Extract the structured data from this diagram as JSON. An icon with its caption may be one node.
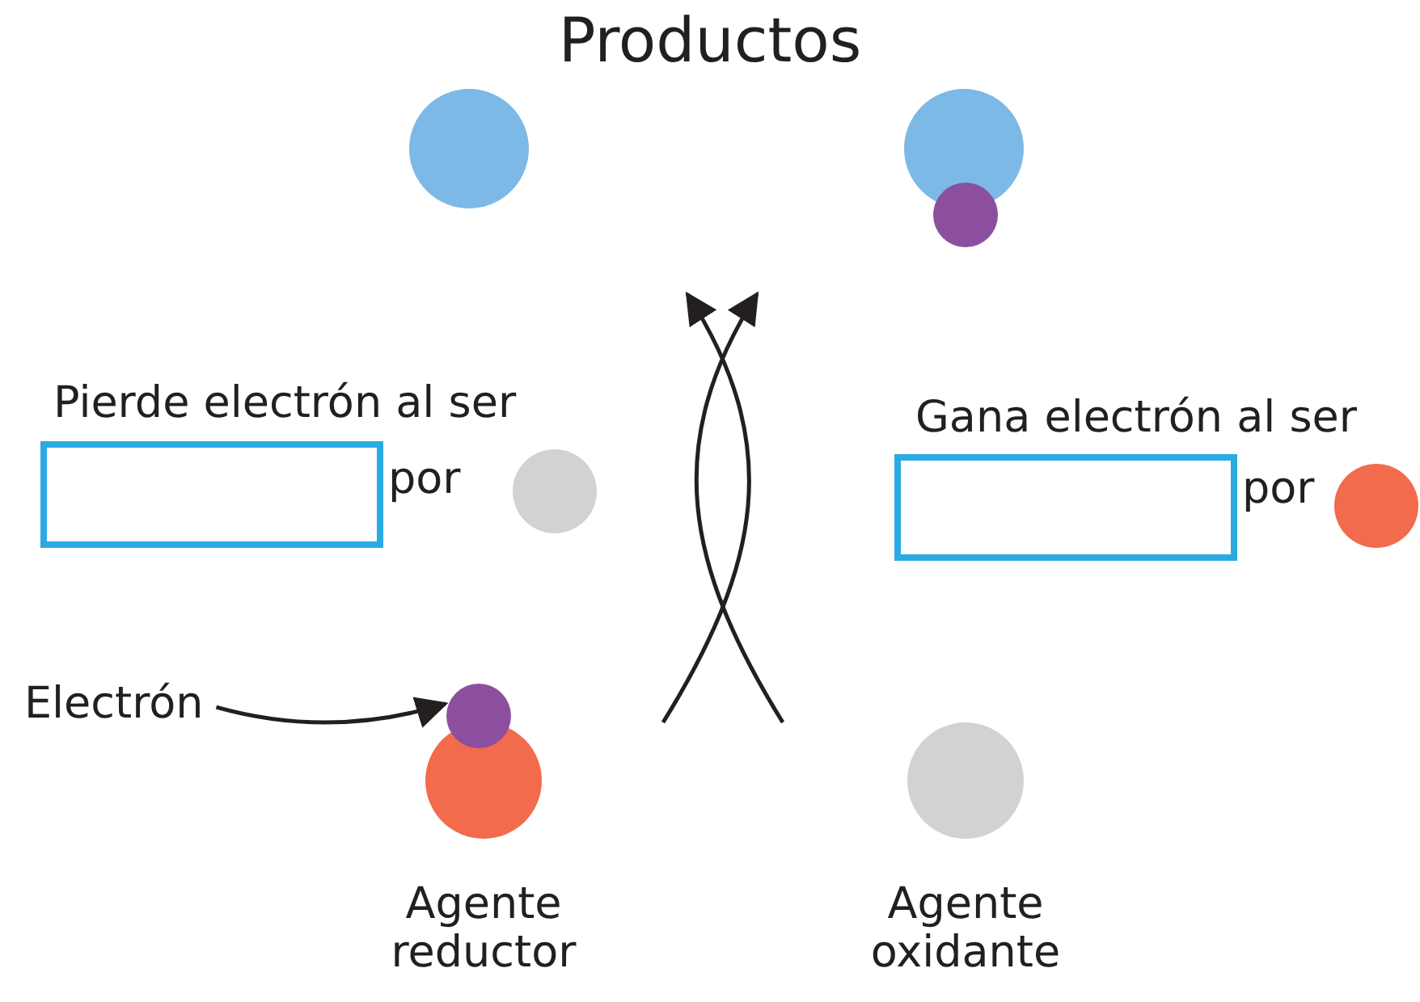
{
  "diagram": {
    "title": "Productos",
    "nodes": [
      {
        "text": [],
        "shape": "circle"
      },
      {
        "text": [],
        "shape": "circle"
      },
      {
        "text": [],
        "shape": "circle"
      },
      {
        "text": [],
        "shape": "circle"
      },
      {
        "text": [],
        "shape": "circle"
      },
      {
        "text": [],
        "shape": "circle"
      },
      {
        "text": [],
        "shape": "circle",
        "beside": [
          "Agente reductor"
        ]
      },
      {
        "text": [],
        "shape": "circle",
        "beside": [
          "Agente oxidante"
        ]
      },
      {
        "text": [
          "Electrón"
        ]
      }
    ],
    "edges": [
      {
        "from": 8,
        "to": 5,
        "arrow": "to"
      }
    ],
    "labels": [
      "Pierde electrón al ser",
      "por",
      "Gana electrón al ser",
      "por"
    ]
  }
}
